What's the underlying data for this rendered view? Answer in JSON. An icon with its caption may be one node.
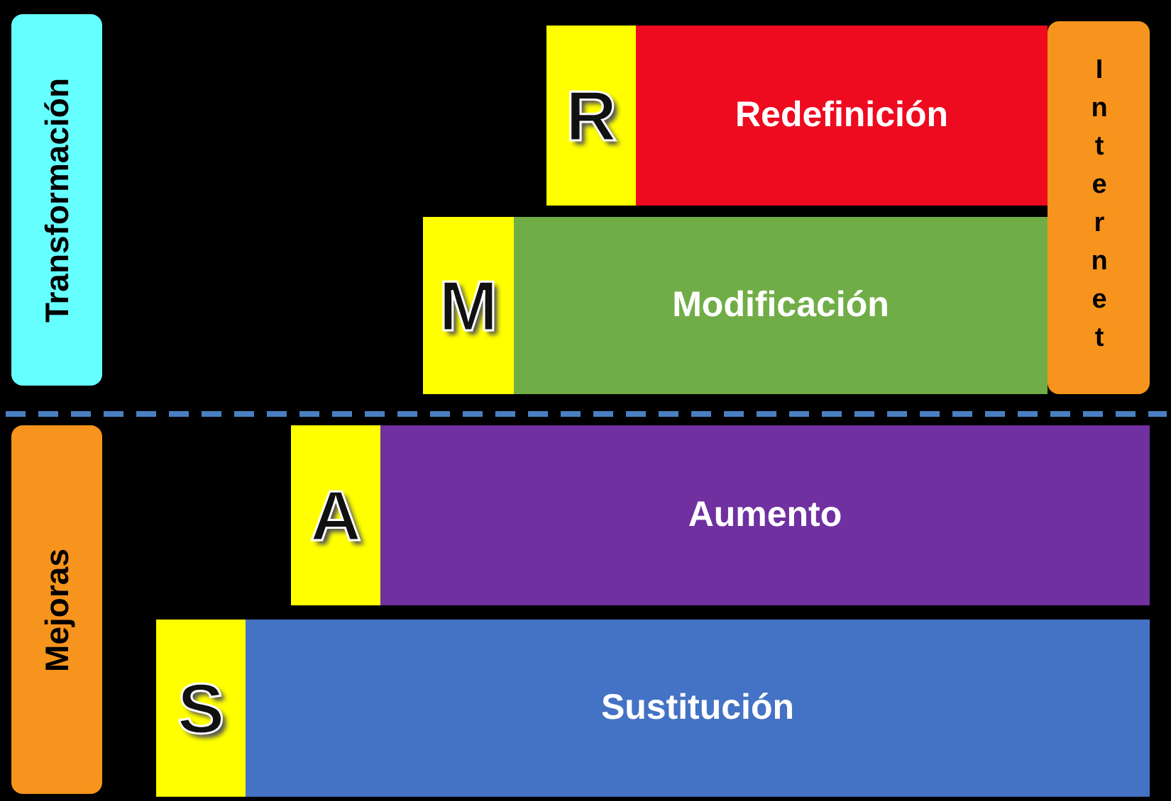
{
  "diagram": {
    "nodes": [
      {
        "text": [
          "Transformación"
        ]
      },
      {
        "text": [
          "Mejoras"
        ]
      },
      {
        "text": [
          "Internet"
        ]
      },
      {
        "text": [
          "R"
        ]
      },
      {
        "text": [
          "Redefinición"
        ]
      },
      {
        "text": [
          "M"
        ]
      },
      {
        "text": [
          "Modificación"
        ]
      },
      {
        "text": [
          "A"
        ]
      },
      {
        "text": [
          "Aumento"
        ]
      },
      {
        "text": [
          "S"
        ]
      },
      {
        "text": [
          "Sustitución"
        ]
      }
    ]
  }
}
